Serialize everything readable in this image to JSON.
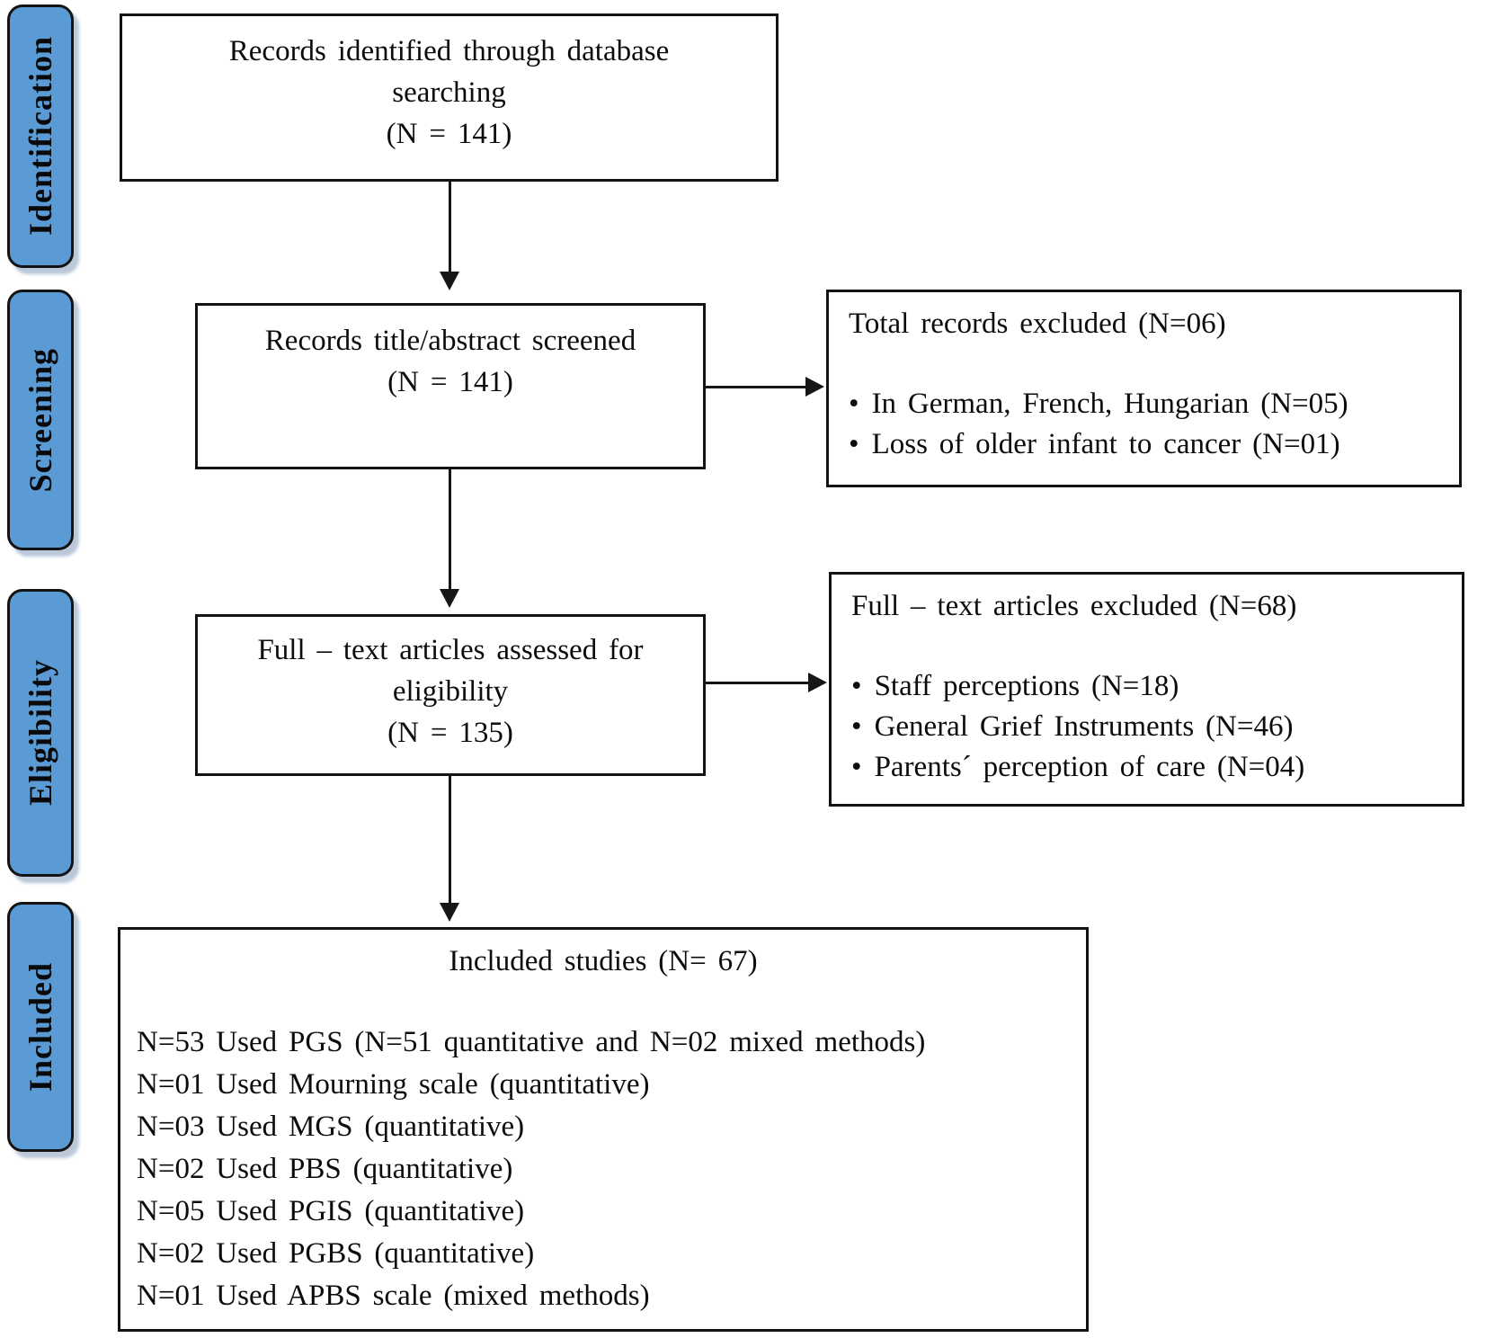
{
  "diagram_title": "PRISMA study selection flow diagram",
  "colors": {
    "phase_fill": "#5b9bd5",
    "box_border": "#131313",
    "text": "#0c0c0c"
  },
  "glyphs": {
    "bullet": "•"
  },
  "phases": [
    {
      "label": "Identification"
    },
    {
      "label": "Screening"
    },
    {
      "label": "Eligibility"
    },
    {
      "label": "Included"
    }
  ],
  "boxes": {
    "identified": {
      "lines": [
        "Records identified through database",
        "searching",
        "(N = 141)"
      ]
    },
    "screened": {
      "lines": [
        "Records title/abstract screened",
        "(N = 141)"
      ]
    },
    "records_excluded": {
      "title": "Total records excluded (N=06)",
      "bullets": [
        "In German, French, Hungarian (N=05)",
        "Loss of older infant to cancer (N=01)"
      ]
    },
    "assessed": {
      "lines": [
        "Full – text articles assessed for",
        "eligibility",
        "(N = 135)"
      ]
    },
    "fulltext_excluded": {
      "title": "Full – text articles excluded (N=68)",
      "bullets": [
        "Staff perceptions (N=18)",
        "General Grief Instruments (N=46)",
        "Parents´ perception of care (N=04)"
      ]
    },
    "included": {
      "title": "Included studies (N= 67)",
      "lines": [
        "N=53 Used PGS (N=51 quantitative and N=02 mixed methods)",
        "N=01 Used Mourning scale (quantitative)",
        "N=03 Used MGS (quantitative)",
        "N=02 Used PBS (quantitative)",
        "N=05 Used PGIS (quantitative)",
        "N=02 Used PGBS (quantitative)",
        "N=01 Used APBS scale (mixed methods)"
      ]
    }
  }
}
